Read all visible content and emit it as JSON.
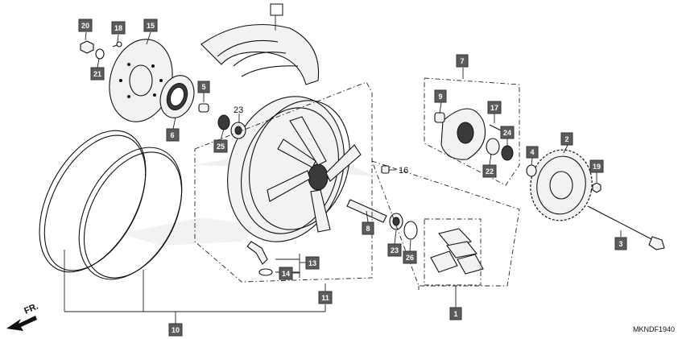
{
  "diagram_code": "MKNDF1940",
  "front_label": "FR.",
  "callouts": [
    {
      "id": "20"
    },
    {
      "id": "18"
    },
    {
      "id": "15"
    },
    {
      "id": "21"
    },
    {
      "id": "5"
    },
    {
      "id": "6"
    },
    {
      "id": "25"
    },
    {
      "id": "7"
    },
    {
      "id": "9"
    },
    {
      "id": "17"
    },
    {
      "id": "24"
    },
    {
      "id": "22"
    },
    {
      "id": "2"
    },
    {
      "id": "4"
    },
    {
      "id": "19"
    },
    {
      "id": "3"
    },
    {
      "id": "8"
    },
    {
      "id": "23"
    },
    {
      "id": "26"
    },
    {
      "id": "13"
    },
    {
      "id": "14"
    },
    {
      "id": "11"
    },
    {
      "id": "1"
    },
    {
      "id": "10"
    }
  ],
  "plain_labels": [
    {
      "id": "23"
    },
    {
      "id": "16"
    }
  ]
}
